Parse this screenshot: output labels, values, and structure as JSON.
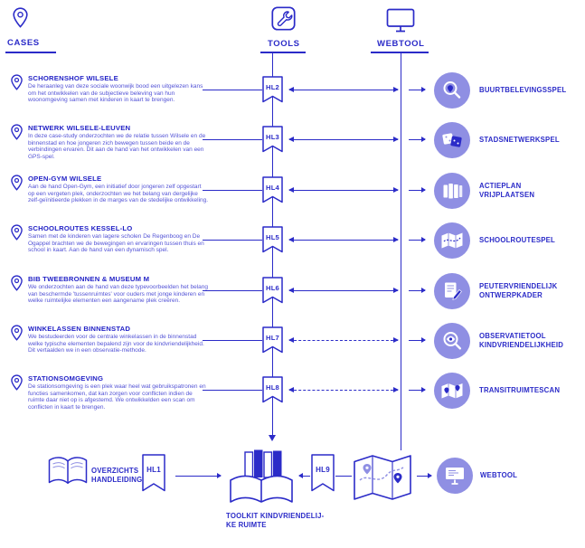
{
  "colors": {
    "primary": "#2b2bc8",
    "icon_circle_fill": "#8f8fe3"
  },
  "header": {
    "cases_label": "CASES",
    "tools_label": "TOOLS",
    "webtool_label": "WEBTOOL",
    "icons": [
      "map-pin-icon",
      "wrench-box-icon",
      "monitor-icon"
    ]
  },
  "cases": [
    {
      "title": "SCHORENSHOF WILSELE",
      "description": "De heraanleg van deze sociale woonwijk bood een uitgelezen kans om het ontwikkelen van de subjectieve beleving van hun woonomgeving samen met kinderen in kaart te brengen.",
      "hl_label": "HL2",
      "tool": "BUURTBELEVINGSSPEL",
      "icon": "magnifier-pin-icon",
      "link_style": "solid"
    },
    {
      "title": "NETWERK WILSELE-LEUVEN",
      "description": "In deze case-study onderzochten we de relatie tussen Wilsele en de binnenstad en hoe jongeren zich bewegen tussen beide en de verbindingen ervaren. Dit aan de hand van het ontwikkelen van een GPS-spel.",
      "hl_label": "HL3",
      "tool": "STADSNETWERKSPEL",
      "icon": "dice-icon",
      "link_style": "solid"
    },
    {
      "title": "OPEN-GYM WILSELE",
      "description": "Aan de hand Open-Gym, een initiatief door jongeren zelf opgestart op een vergeten plek, onderzochten we het belang van dergelijke zelf-geïnitieerde plekken in de marges van de stedelijke ontwikkeling.",
      "hl_label": "HL4",
      "tool": "ACTIEPLAN\nVRIJPLAATSEN",
      "icon": "books-row-icon",
      "link_style": "solid"
    },
    {
      "title": "SCHOOLROUTES KESSEL-LO",
      "description": "Samen met de kinderen van lagere scholen De Regenboog en De Ogappel brachten we de bewegingen en ervaringen tussen thuis en school in kaart. Aan de hand van een dynamisch spel.",
      "hl_label": "HL5",
      "tool": "SCHOOLROUTESPEL",
      "icon": "route-map-icon",
      "link_style": "solid"
    },
    {
      "title": "BIB TWEEBRONNEN & MUSEUM M",
      "description": "We onderzochten aan de hand van deze typevoorbeelden het belang van beschermde 'tussenruimtes' voor ouders met jonge kinderen en welke ruimtelijke elementen een aangename plek creëren.",
      "hl_label": "HL6",
      "tool": "PEUTERVRIENDELIJK\nONTWERPKADER",
      "icon": "document-pencil-icon",
      "link_style": "solid"
    },
    {
      "title": "WINKELASSEN BINNENSTAD",
      "description": "We bestudeerden voor de centrale winkelassen in de binnenstad welke typische elementen bepalend zijn voor de kindvriendelijkheid. Dit vertaalden we in een observatie-methode.",
      "hl_label": "HL7",
      "tool": "OBSERVATIETOOL\nKINDVRIENDELIJKHEID",
      "icon": "eye-magnifier-icon",
      "link_style": "dashed"
    },
    {
      "title": "STATIONSOMGEVING",
      "description": "De stationsomgeving is een plek waar heel wat gebruikspatronen en functies samenkomen, dat kan zorgen voor conflicten indien de ruimte daar niet op is afgestemd. We ontwikkelden een scan om conflicten in kaart te brengen.",
      "hl_label": "HL8",
      "tool": "TRANSITRUIMTESCAN",
      "icon": "map-pins-icon",
      "link_style": "dashed"
    }
  ],
  "bottom": {
    "manual_label": "OVERZICHTS\nHANDLEIDING",
    "manual_icon": "open-book-icon",
    "hl1_label": "HL1",
    "toolkit_label": "TOOLKIT KINDVRIENDELIJ-\nKE RUIMTE",
    "toolkit_icon": "book-stack-icon",
    "hl9_label": "HL9",
    "map_icon": "folded-map-icon",
    "webtool_label": "WEBTOOL",
    "webtool_icon": "monitor-icon"
  }
}
